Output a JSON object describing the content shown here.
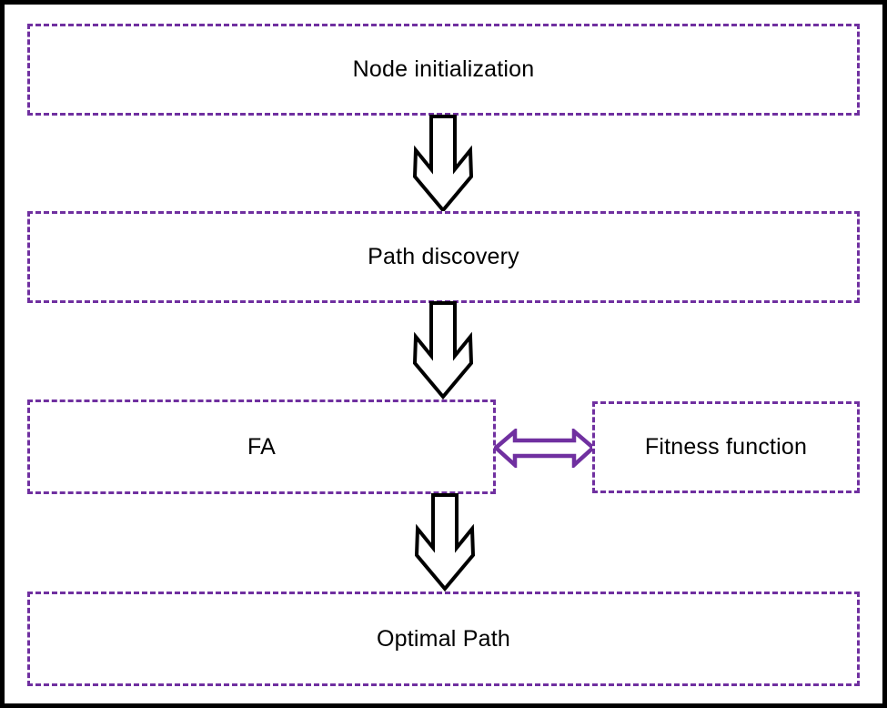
{
  "diagram": {
    "type": "flowchart",
    "background_color": "#FFFFFF",
    "frame_color": "#000000",
    "box_border_color": "#7030A0",
    "box_border_style": "dashed",
    "down_arrow_color": "#000000",
    "double_arrow_color": "#7030A0",
    "text_color": "#000000",
    "nodes": [
      {
        "id": "node-initialization",
        "label": "Node initialization"
      },
      {
        "id": "path-discovery",
        "label": "Path discovery"
      },
      {
        "id": "fa",
        "label": "FA"
      },
      {
        "id": "fitness-function",
        "label": "Fitness function"
      },
      {
        "id": "optimal-path",
        "label": "Optimal Path"
      }
    ],
    "connections": [
      {
        "from": "node-initialization",
        "to": "path-discovery",
        "type": "block-down-arrow"
      },
      {
        "from": "path-discovery",
        "to": "fa",
        "type": "block-down-arrow"
      },
      {
        "from": "fa",
        "to": "fitness-function",
        "type": "block-double-arrow"
      },
      {
        "from": "fa",
        "to": "optimal-path",
        "type": "block-down-arrow"
      }
    ]
  }
}
